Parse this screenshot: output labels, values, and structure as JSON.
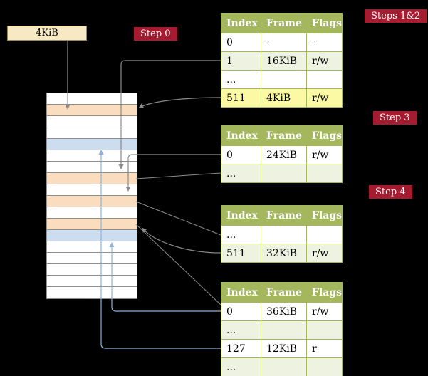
{
  "palette": {
    "bg": "#000000",
    "crimson": "#a51c30",
    "olive": "#a4b75c",
    "row-green": "#eef2e0",
    "row-yellow": "#fbf9a4",
    "peach": "#f9ddbe",
    "mem-blue": "#cdddf0",
    "cream": "#f7e9c4",
    "arrow-gray": "#8c8c8c",
    "arrow-blue": "#8fb0d8"
  },
  "register": {
    "label": "4KiB"
  },
  "steps": {
    "step0": "Step 0",
    "steps12": "Steps 1&2",
    "step3": "Step 3",
    "step4": "Step 4"
  },
  "tables": [
    {
      "headers": [
        "Index",
        "Frame",
        "Flags"
      ],
      "rows": [
        {
          "cls": "white",
          "cells": [
            "0",
            "-",
            "-"
          ]
        },
        {
          "cls": "green",
          "cells": [
            "1",
            "16KiB",
            "r/w"
          ]
        },
        {
          "cls": "white",
          "cells": [
            "...",
            "",
            ""
          ]
        },
        {
          "cls": "yellow",
          "cells": [
            "511",
            "4KiB",
            "r/w"
          ]
        }
      ]
    },
    {
      "headers": [
        "Index",
        "Frame",
        "Flags"
      ],
      "rows": [
        {
          "cls": "white",
          "cells": [
            "0",
            "24KiB",
            "r/w"
          ]
        },
        {
          "cls": "green",
          "cells": [
            "...",
            "",
            ""
          ]
        }
      ]
    },
    {
      "headers": [
        "Index",
        "Frame",
        "Flags"
      ],
      "rows": [
        {
          "cls": "white",
          "cells": [
            "...",
            "",
            ""
          ]
        },
        {
          "cls": "green",
          "cells": [
            "511",
            "32KiB",
            "r/w"
          ]
        }
      ]
    },
    {
      "headers": [
        "Index",
        "Frame",
        "Flags"
      ],
      "rows": [
        {
          "cls": "white",
          "cells": [
            "0",
            "36KiB",
            "r/w"
          ]
        },
        {
          "cls": "green",
          "cells": [
            "...",
            "",
            ""
          ]
        },
        {
          "cls": "white",
          "cells": [
            "127",
            "12KiB",
            "r"
          ]
        },
        {
          "cls": "green",
          "cells": [
            "...",
            "",
            ""
          ]
        }
      ]
    }
  ],
  "memory": {
    "rows": [
      {
        "cls": "mem-row white"
      },
      {
        "cls": "mem-row peach"
      },
      {
        "cls": "mem-row white"
      },
      {
        "cls": "mem-row white"
      },
      {
        "cls": "mem-row blue"
      },
      {
        "cls": "mem-row white"
      },
      {
        "cls": "mem-row white"
      },
      {
        "cls": "mem-row peach"
      },
      {
        "cls": "mem-row white"
      },
      {
        "cls": "mem-row peach"
      },
      {
        "cls": "mem-row white"
      },
      {
        "cls": "mem-row peach"
      },
      {
        "cls": "mem-row blue"
      },
      {
        "cls": "mem-row white"
      },
      {
        "cls": "mem-row white"
      },
      {
        "cls": "mem-row white"
      },
      {
        "cls": "mem-row white"
      },
      {
        "cls": "mem-row white"
      }
    ]
  }
}
